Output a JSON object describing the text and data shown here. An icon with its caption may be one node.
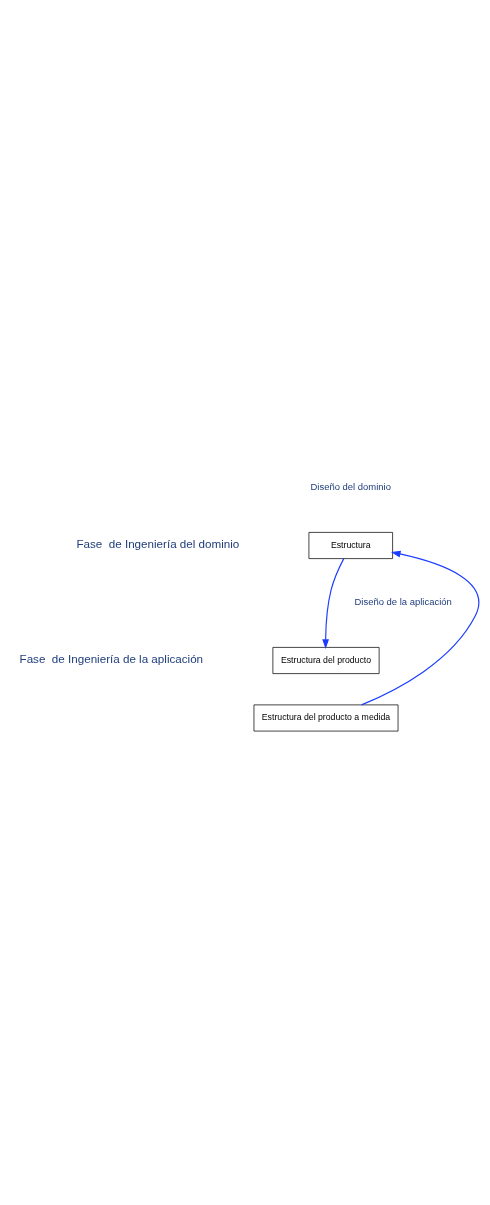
{
  "diagram": {
    "nodes": [
      {
        "text": [
          "Estructura"
        ]
      },
      {
        "text": [
          "Estructura del producto"
        ]
      },
      {
        "text": [
          "Estructura del producto a medida"
        ]
      }
    ],
    "edges": [
      {
        "from": 0,
        "to": 1,
        "arrow": "to"
      },
      {
        "from": 2,
        "to": 0,
        "arrow": "to"
      }
    ],
    "labels": [
      "Diseño del dominio",
      "Fase  de Ingeniería del dominio",
      "Diseño de la aplicación",
      "Fase  de Ingeniería de la aplicación"
    ]
  }
}
